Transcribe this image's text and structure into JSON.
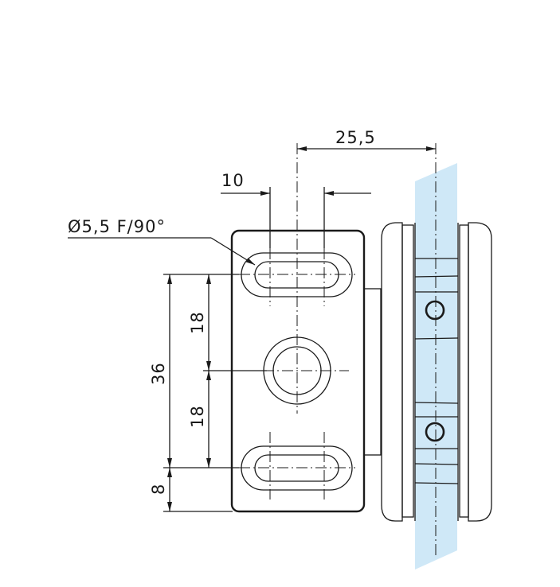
{
  "drawing": {
    "dim_offset": "25,5",
    "dim_slot_width": "10",
    "hole_spec": "Ø5,5 F/90°",
    "dim_total_height": "36",
    "dim_upper_spacing": "18",
    "dim_lower_spacing": "18",
    "dim_bottom_margin": "8",
    "glass_color": "#cfe8f7"
  }
}
